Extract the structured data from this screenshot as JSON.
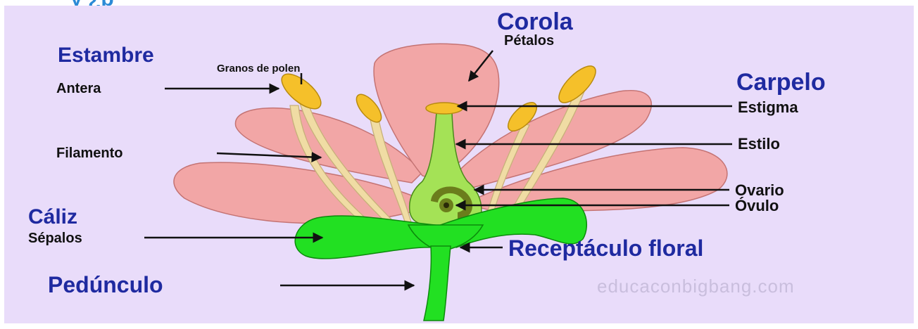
{
  "header": {
    "text": "y ¿p"
  },
  "groups": {
    "estambre": "Estambre",
    "corola": "Corola",
    "carpelo": "Carpelo",
    "caliz": "Cáliz",
    "pedunculo": "Pedúnculo"
  },
  "labels": {
    "petalos": "Pétalos",
    "granos_polen": "Granos de polen",
    "antera": "Antera",
    "filamento": "Filamento",
    "estigma": "Estigma",
    "estilo": "Estilo",
    "ovario": "Ovario",
    "ovulo": "Óvulo",
    "sepalos": "Sépalos",
    "receptaculo": "Receptáculo floral"
  },
  "watermark": "educaconbigbang.com",
  "colors": {
    "background": "#e9dcfa",
    "group_title": "#1f2aa0",
    "petal": "#f2a6a6",
    "petal_edge": "#c47373",
    "anther": "#f5c02a",
    "filament": "#f0dca4",
    "pistil": "#a4e256",
    "ovary_ring": "#6b7d1c",
    "sepal": "#22e022",
    "label_text": "#111111"
  }
}
